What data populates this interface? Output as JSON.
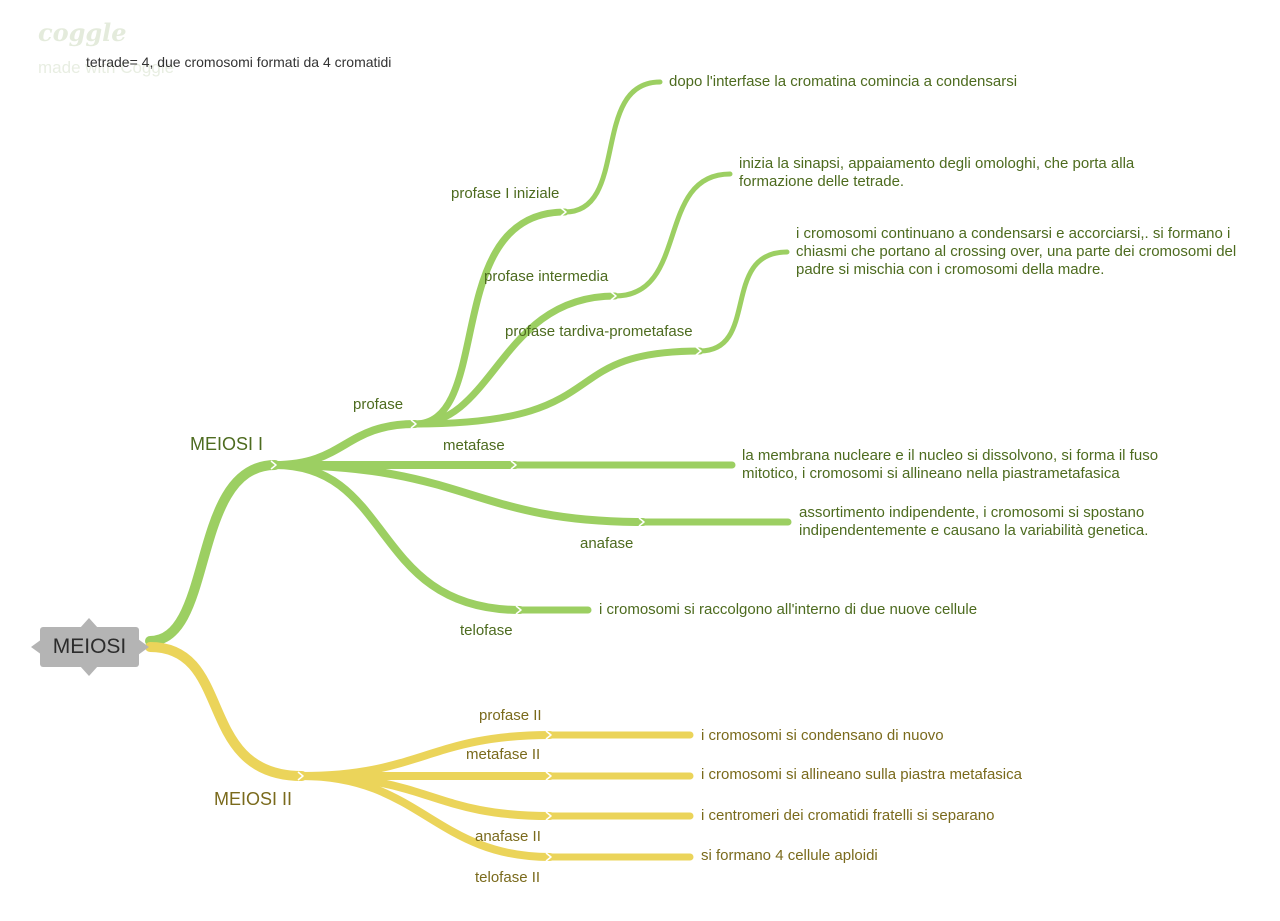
{
  "watermark": {
    "brand": "coggle",
    "made_with": "made with Coggle"
  },
  "note": "tetrade= 4, due cromosomi formati da 4 cromatidi",
  "root": "MEIOSI",
  "colors": {
    "green": "#9ccf62",
    "yellow": "#ebd45a",
    "root_bg": "#b4b4b4"
  },
  "branches": {
    "meiosi1": {
      "label": "MEIOSI I",
      "profase": {
        "label": "profase",
        "iniziale": {
          "label": "profase I iniziale",
          "text": "dopo l'interfase la cromatina comincia a condensarsi"
        },
        "intermedia": {
          "label": "profase intermedia",
          "text": "inizia la sinapsi, appaiamento degli omologhi, che porta alla formazione delle tetrade."
        },
        "tardiva": {
          "label": "profase tardiva-prometafase",
          "text": "i cromosomi continuano a condensarsi e accorciarsi,. si formano i chiasmi che portano al crossing over, una parte dei cromosomi del padre si mischia con i cromosomi della madre."
        }
      },
      "metafase": {
        "label": "metafase",
        "text": "la membrana nucleare e il nucleo si dissolvono, si forma il fuso mitotico, i cromosomi si allineano nella piastrametafasica"
      },
      "anafase": {
        "label": "anafase",
        "text": "assortimento indipendente, i cromosomi si spostano indipendentemente e causano la variabilità genetica."
      },
      "telofase": {
        "label": "telofase",
        "text": "i cromosomi si raccolgono all'interno di due nuove cellule"
      }
    },
    "meiosi2": {
      "label": "MEIOSI II",
      "profase": {
        "label": "profase II",
        "text": "i cromosomi si condensano di nuovo"
      },
      "metafase": {
        "label": "metafase II",
        "text": "i cromosomi si allineano sulla piastra metafasica"
      },
      "anafase": {
        "label": "anafase II",
        "text": "i centromeri dei cromatidi fratelli si separano"
      },
      "telofase": {
        "label": "telofase II",
        "text": "si formano 4 cellule aploidi"
      }
    }
  }
}
